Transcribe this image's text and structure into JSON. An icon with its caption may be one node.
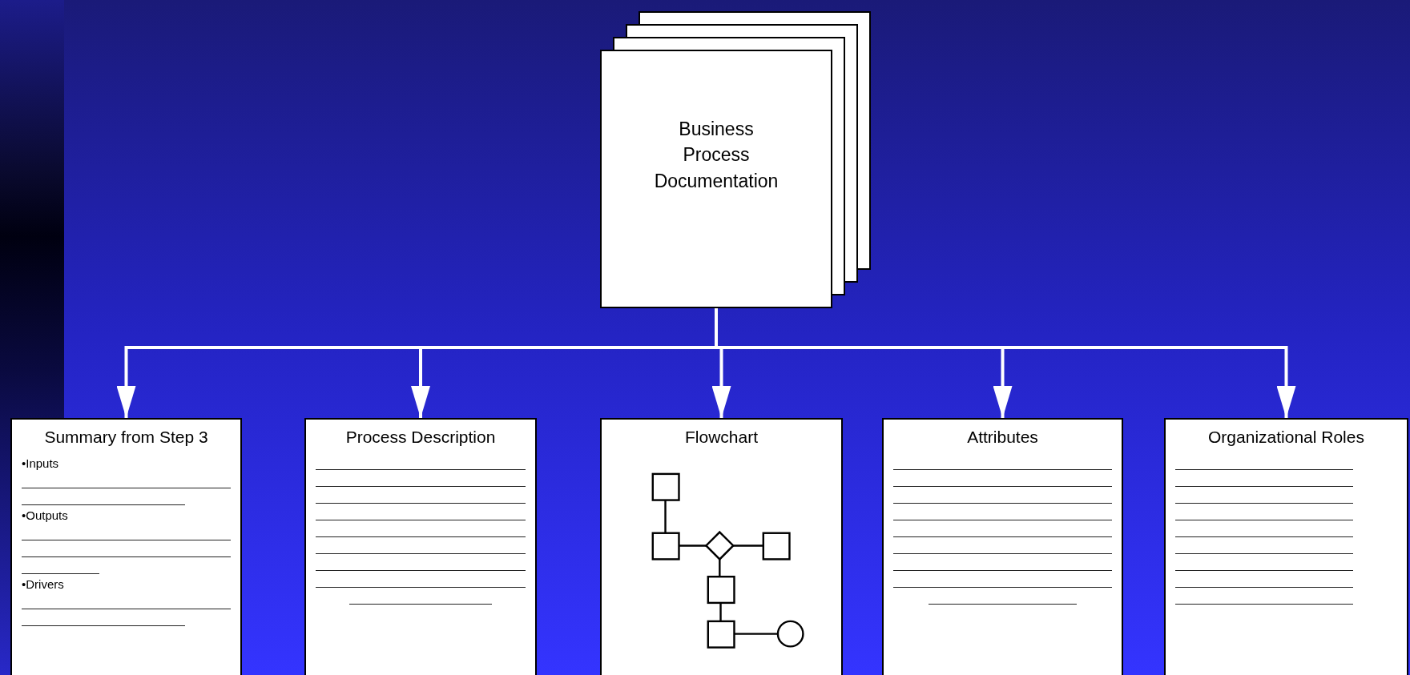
{
  "diagram": {
    "nodes": [
      {
        "text": [
          "Business Process Documentation"
        ]
      },
      {
        "text": [
          "Summary from Step 3",
          "•Inputs",
          "•Outputs",
          "•Drivers"
        ]
      },
      {
        "text": [
          "Process Description"
        ]
      },
      {
        "text": [
          "Flowchart"
        ]
      },
      {
        "text": [
          "Attributes"
        ]
      },
      {
        "text": [
          "Organizational Roles"
        ]
      }
    ],
    "edges": [
      {
        "from": 0,
        "to": 1,
        "arrow": "to"
      },
      {
        "from": 0,
        "to": 2,
        "arrow": "to"
      },
      {
        "from": 0,
        "to": 3,
        "arrow": "to"
      },
      {
        "from": 0,
        "to": 4,
        "arrow": "to"
      },
      {
        "from": 0,
        "to": 5,
        "arrow": "to"
      }
    ]
  }
}
